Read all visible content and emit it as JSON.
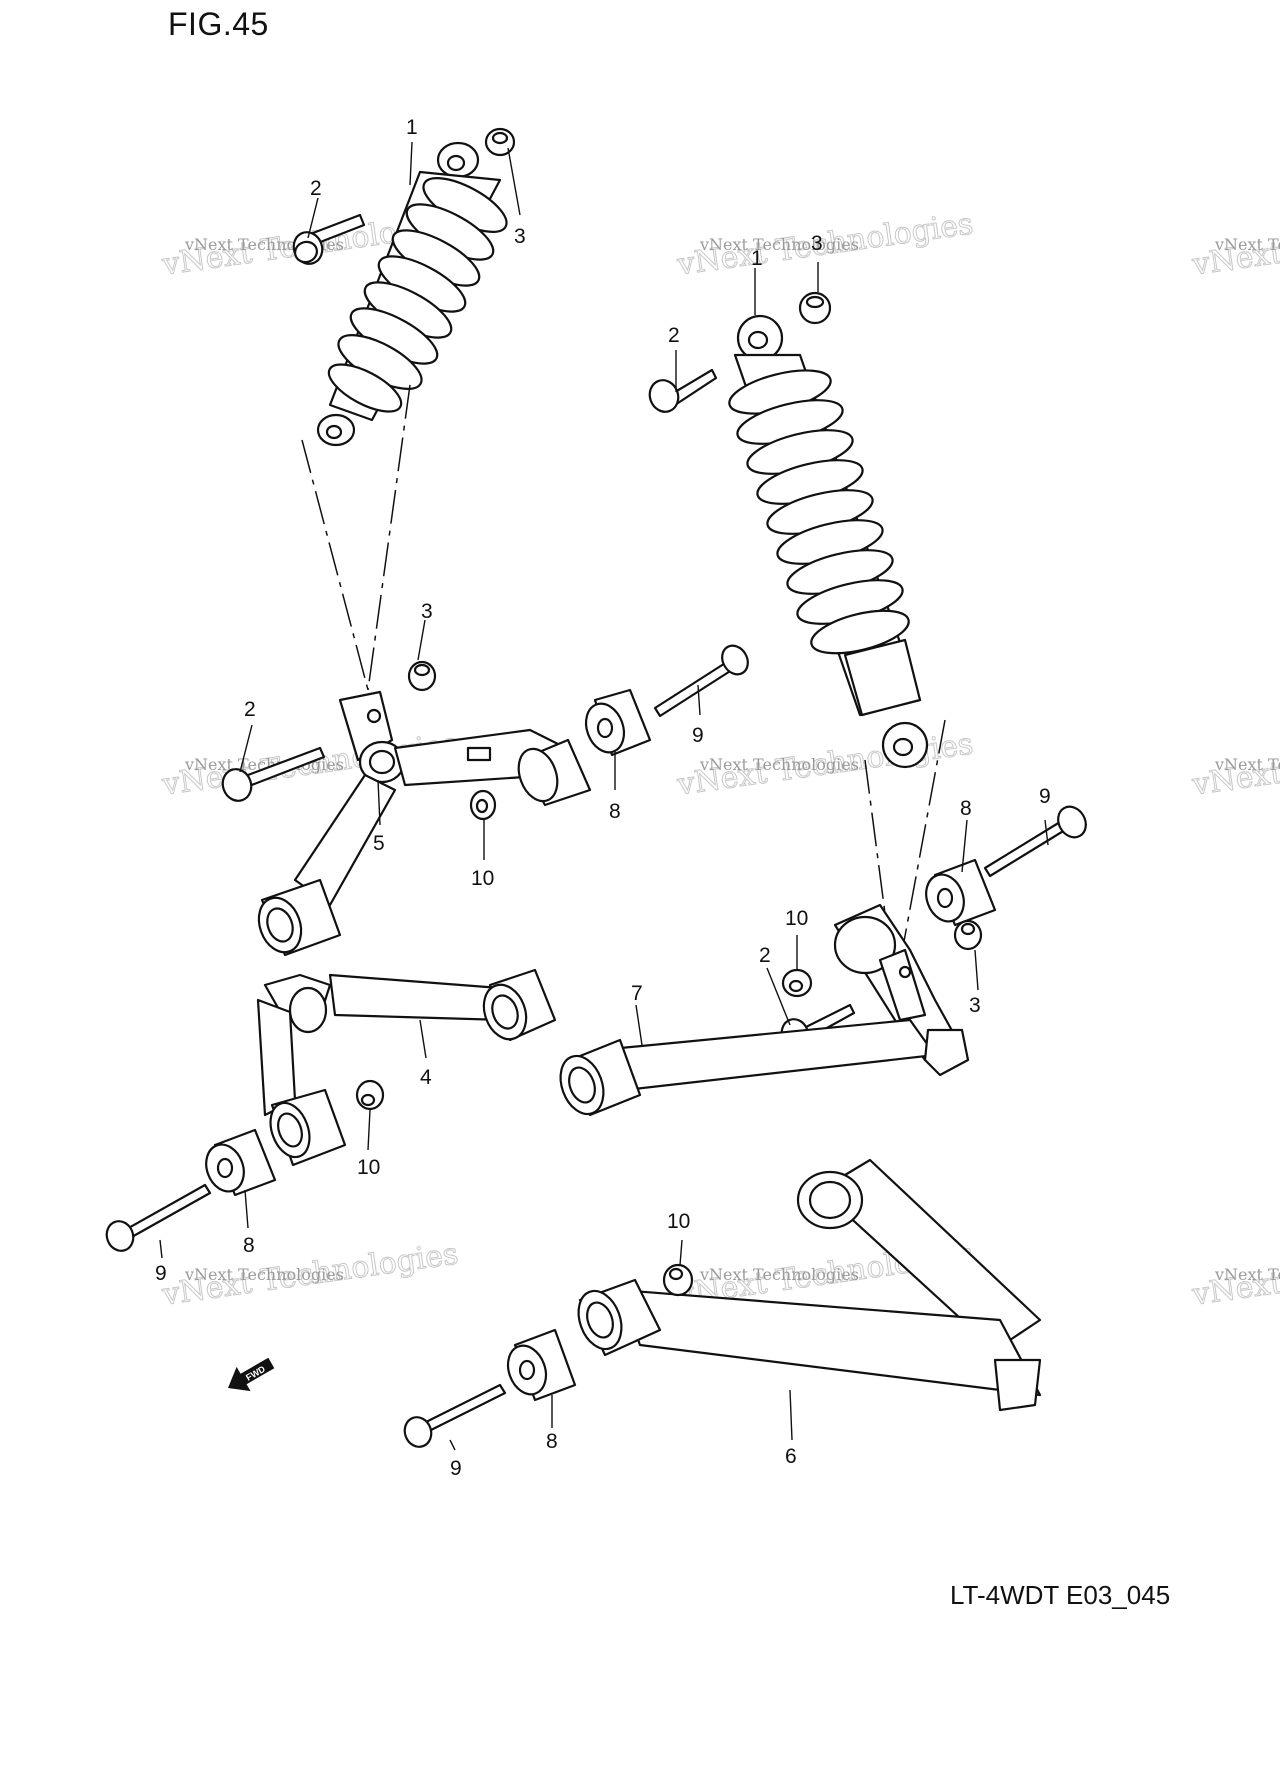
{
  "figure_title": "FIG.45",
  "drawing_code": "LT-4WDT E03_045",
  "fwd_label": "FWD",
  "watermark": {
    "line1": "vNext Technologies",
    "line2": "vNext Technologies"
  },
  "callouts": {
    "c1": "1",
    "c2": "2",
    "c3": "3",
    "c4": "4",
    "c5": "5",
    "c6": "6",
    "c7": "7",
    "c8": "8",
    "c9": "9",
    "c10": "10"
  },
  "callout_list": [
    {
      "id": "l-1",
      "key": "c1"
    },
    {
      "id": "l-2",
      "key": "c2"
    },
    {
      "id": "l-3",
      "key": "c3"
    },
    {
      "id": "l-3b",
      "key": "c3"
    },
    {
      "id": "l-2b",
      "key": "c2"
    },
    {
      "id": "l-5",
      "key": "c5"
    },
    {
      "id": "l-10",
      "key": "c10"
    },
    {
      "id": "l-8",
      "key": "c8"
    },
    {
      "id": "l-9",
      "key": "c9"
    },
    {
      "id": "l-4",
      "key": "c4"
    },
    {
      "id": "l-10b",
      "key": "c10"
    },
    {
      "id": "l-8b",
      "key": "c8"
    },
    {
      "id": "l-9b",
      "key": "c9"
    },
    {
      "id": "r-1",
      "key": "c1"
    },
    {
      "id": "r-2",
      "key": "c2"
    },
    {
      "id": "r-3",
      "key": "c3"
    },
    {
      "id": "r-9",
      "key": "c9"
    },
    {
      "id": "r-8",
      "key": "c8"
    },
    {
      "id": "r-10",
      "key": "c10"
    },
    {
      "id": "r-2b",
      "key": "c2"
    },
    {
      "id": "r-3b",
      "key": "c3"
    },
    {
      "id": "r-7",
      "key": "c7"
    },
    {
      "id": "r-10b",
      "key": "c10"
    },
    {
      "id": "r-8b",
      "key": "c8"
    },
    {
      "id": "r-9b",
      "key": "c9"
    },
    {
      "id": "r-6",
      "key": "c6"
    }
  ]
}
